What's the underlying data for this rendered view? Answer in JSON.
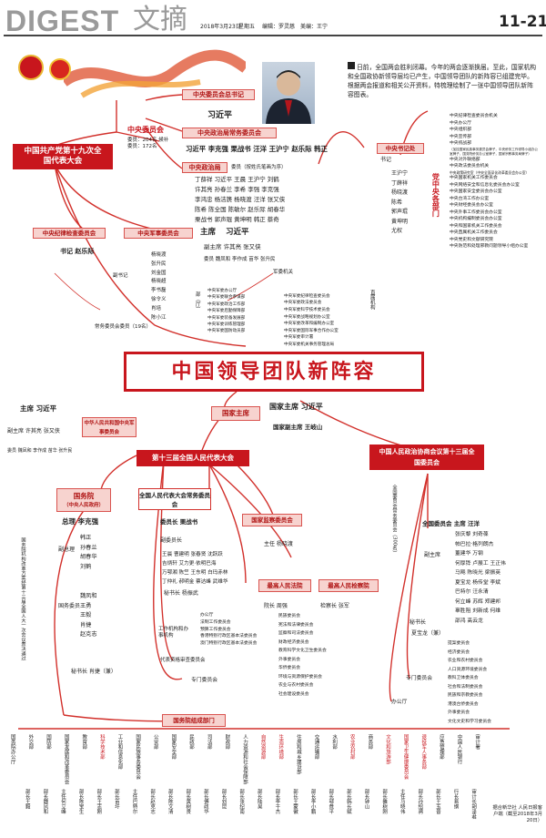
{
  "header": {
    "digest": "DIGEST",
    "digest_cn": "文摘",
    "date": "2018年3月23日",
    "weekday": "星期五",
    "editor": "编辑：罗灵慈",
    "art": "美编：王宁",
    "page": "11-21"
  },
  "intro": "日前，全国两会胜利闭幕。今年的两会逐渐换届。至此，国家机构和全国政协新领导层均已产生，中国领导团队的新阵容已组建完毕。根据两会报道和相关公开资料，特梳理绘制了一张中国领导团队新阵容图表。",
  "title": "中国领导团队新阵容",
  "party": {
    "congress": "中国共产党第十九次全国代表大会",
    "cc": "中央委员会",
    "cc_note": "委员：204名 候补委员：172名",
    "gensec_label": "中央委员会总书记",
    "gensec": "习近平",
    "psc_label": "中央政治局常务委员会",
    "psc": "习近平  李克强  栗战书  汪洋  王沪宁  赵乐际  韩正",
    "pb_label": "中央政治局",
    "pb_note": "委员（按姓氏笔画为序）",
    "pb": [
      "丁薛祥  习近平  王晨  王沪宁  刘鹤",
      "许其亮  孙春兰  李希  李强  李克强",
      "李鸿忠  杨洁篪  杨晓渡  汪洋  张又侠",
      "陈希  陈全国  陈敏尔  赵乐际  胡春华",
      "栗战书  郭声琨  黄坤明  韩正  蔡奇"
    ],
    "ccdi": "中央纪律检查委员会",
    "ccdi_sec": "书记  赵乐际",
    "ccdi_dep_label": "副书记",
    "ccdi_dep": [
      "杨晓渡",
      "张升民",
      "刘金国",
      "杨晓超",
      "李书磊",
      "徐令义",
      "肖培",
      "陈小江"
    ],
    "ccdi_standing": "常务委员会委员（19名）",
    "cmc": "中央军事委员会",
    "cmc_chair_label": "主席",
    "cmc_chair": "习近平",
    "cmc_vice": "副主席  许其亮  张又侠",
    "cmc_mem": "委员  魏凤和  李作成  苗华  张升民",
    "cmc_organs": "军委机关",
    "cmc_depts": [
      "中央军委办公厅",
      "中央军委联合参谋部",
      "中央军委政治工作部",
      "中央军委后勤保障部",
      "中央军委装备发展部",
      "中央军委训练管理部",
      "中央军委国防动员部"
    ],
    "cmc_depts2": [
      "中央军委纪律检查委员会",
      "中央军委政法委员会",
      "中央军委科学技术委员会"
    ],
    "cmc_depts3": [
      "中央军委战略规划办公室",
      "中央军委改革和编制办公室",
      "中央军委国际军事合作办公室",
      "中央军委审计署",
      "中央军委机关事务管理总局"
    ],
    "cmc_dept_label": "部（厅）",
    "cmc_directly": "直属机构",
    "sec": "中央书记处",
    "sec_label": "书记",
    "sec_members": [
      "王沪宁",
      "丁薛祥",
      "杨晓渡",
      "陈希",
      "郭声琨",
      "黄坤明",
      "尤权"
    ],
    "party_organs": "党中央各部门",
    "party_list": [
      "中央纪律检查委员会机关",
      "中央办公厅",
      "中央组织部",
      "中央宣传部",
      "中央统战部",
      "（加挂国家民族事务委员会牌子，中央侨务工作领导小组办公室牌子，国务院侨务办公室牌子，国家宗教事务局牌子）",
      "中央对外联络部",
      "中央政法委员会机关",
      "中央政策研究室（中央全面深化改革委员会办公室）",
      "中央国家机关工作委员会",
      "中央网络安全和信息化委员会办公室",
      "中央国家安全委员会办公室",
      "中央台湾工作办公室",
      "中央财经委员会办公室",
      "中央外事工作委员会办公室",
      "中央机构编制委员会办公室",
      "中央和国家机关工作委员会",
      "中央直属机关工作委员会",
      "中央党史和文献研究院",
      "中央防范和处理邪教问题领导小组办公室"
    ]
  },
  "state": {
    "npc": "第十三届全国人民代表大会",
    "pres_label": "国家主席",
    "pres": "国家主席  习近平",
    "vice": "国家副主席  王岐山",
    "cmc2": "中华人民共和国中央军事委员会",
    "cmc2_chair": "主席  习近平",
    "cmc2_vice": "副主席  许其亮  张又侠",
    "cmc2_mem": "委员  魏凤和  李作成  苗华  张升民",
    "npcsc": "全国人民代表大会常务委员会",
    "npcsc_chair": "委员长  栗战书",
    "npcsc_vice_label": "副委员长",
    "npcsc_vice": [
      "王晨  曹建明  张春贤  沈跃跃",
      "吉炳轩  艾力更·依明巴海",
      "万鄂湘  陈竺  王东明  白玛赤林",
      "丁仲礼  郝明金  蔡达峰  武维华"
    ],
    "npcsc_sec": "秘书长  杨振武",
    "supervision": "国家监察委员会",
    "supervision_dir": "主任  杨晓渡",
    "court": "最高人民法院",
    "court_pres": "院长  周强",
    "procuratorate": "最高人民检察院",
    "procurator": "检察长  张军",
    "work": "工作机构和办事机构",
    "work_list": [
      "办公厅",
      "法制工作委员会",
      "预算工作委员会",
      "香港特别行政区基本法委员会",
      "澳门特别行政区基本法委员会"
    ],
    "credentials": "代表资格审查委员会",
    "special": "专门委员会",
    "special_list": [
      "民族委员会",
      "宪法和法律委员会",
      "监察和司法委员会",
      "财政经济委员会",
      "教育科学文化卫生委员会",
      "外事委员会",
      "华侨委员会",
      "环境与资源保护委员会",
      "农业与农村委员会",
      "社会建设委员会"
    ],
    "council": "国务院",
    "council_sub": "（中央人民政府）",
    "premier": "总理  李克强",
    "vp_label": "副总理",
    "vp": [
      "韩正",
      "孙春兰",
      "胡春华",
      "刘鹤"
    ],
    "sc_label": "国务委员",
    "sc": [
      "魏凤和",
      "王勇",
      "王毅",
      "肖捷",
      "赵克志"
    ],
    "sc_sec": "秘书长  肖捷（兼）",
    "council_note": "国务院机构改革方案经第十三届全国人大一次会议表决通过",
    "depts_label": "国务院组成部门",
    "depts": [
      "国务院办公厅",
      "外交部",
      "国防部",
      "国家发展和改革委员会",
      "教育部",
      "科学技术部",
      "工业和信息化部",
      "国家民族事务委员会",
      "公安部",
      "国家安全部",
      "民政部",
      "司法部",
      "财政部",
      "人力资源和社会保障部",
      "自然资源部",
      "生态环境部",
      "住房和城乡建设部",
      "交通运输部",
      "水利部",
      "农业农村部",
      "商务部",
      "文化和旅游部",
      "国家卫生健康委员会",
      "退役军人事务部",
      "应急管理部",
      "中国人民银行",
      "审计署"
    ],
    "ministers": [
      "部长王毅",
      "部长魏凤和",
      "主任何立峰",
      "部长陈宝生",
      "部长王志刚",
      "部长苗圩",
      "主任巴特尔",
      "部长赵克志",
      "部长陈文清",
      "部长黄树贤",
      "部长傅政华",
      "部长刘昆",
      "部长张纪南",
      "部长陆昊",
      "部长李干杰",
      "部长王蒙徽",
      "部长李小鹏",
      "部长鄂竟平",
      "部长韩长赋",
      "部长钟山",
      "部长雒树刚",
      "主任马晓伟",
      "部长孙绍骋",
      "部长王玉普",
      "行长易纲",
      "审计长胡泽君"
    ]
  },
  "cppcc": {
    "name": "中国人民政治协商会议第十三届全国委员会",
    "standing": "全国委员会常务委员会（300名）",
    "chair": "全国委员会  主席  汪洋",
    "vice_label": "副主席",
    "vice": [
      "张庆黎  刘奇葆",
      "帕巴拉·格列朗杰",
      "董建华  万钢",
      "何厚铧  卢展工  王正伟",
      "马飚  陈晓光  梁振英",
      "夏宝龙  杨传堂  李斌",
      "巴特尔  汪永清",
      "何立峰  苏辉  郑建邦",
      "辜胜阻  刘新成  何维",
      "邵鸿  高云龙"
    ],
    "sec": "秘书长",
    "sec_name": "夏宝龙（兼）",
    "office": "办公厅",
    "special": "专门委员会",
    "special_list": [
      "提案委员会",
      "经济委员会",
      "农业和农村委员会",
      "人口资源环境委员会",
      "教科卫体委员会",
      "社会和法制委员会",
      "民族和宗教委员会",
      "港澳台侨委员会",
      "外事委员会",
      "文化文史和学习委员会"
    ]
  },
  "footer": "据合新华社 人民日报客户端（截至2018年3月20日）",
  "colors": {
    "red": "#c8161d",
    "pink": "#f7d3cf",
    "light": "#fde7e4"
  }
}
